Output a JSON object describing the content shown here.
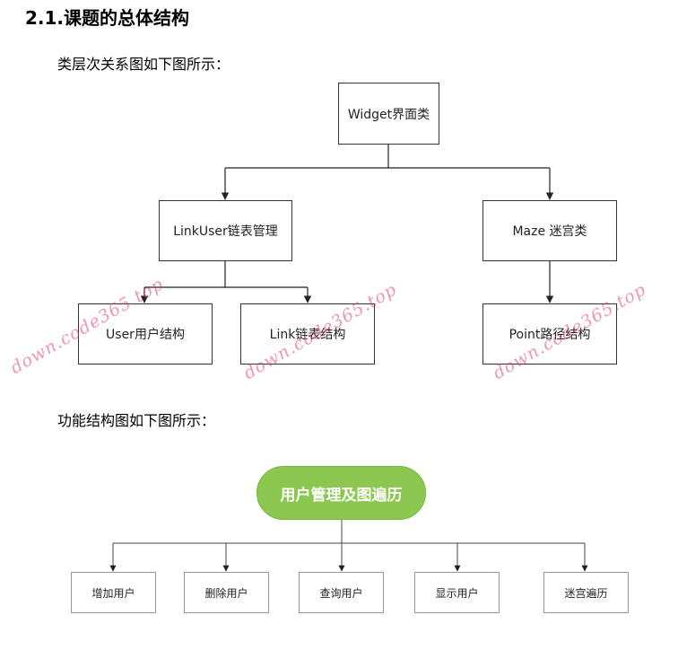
{
  "heading": "2.1.课题的总体结构",
  "class_diagram": {
    "intro": "类层次关系图如下图所示：",
    "root": "Widget界面类",
    "linkuser": "LinkUser链表管理",
    "maze": "Maze 迷宫类",
    "user": "User用户结构",
    "link": "Link链表结构",
    "point": "Point路径结构"
  },
  "function_diagram": {
    "intro": "功能结构图如下图所示：",
    "root": "用户管理及图遍历",
    "items": [
      "增加用户",
      "删除用户",
      "查询用户",
      "显示用户",
      "迷宫遍历"
    ]
  },
  "watermarks": [
    "down.code365.top",
    "down.code365.top",
    "down.code365.top"
  ],
  "colors": {
    "pill_fill": "#8cc84f",
    "watermark": "#e63c6e"
  }
}
